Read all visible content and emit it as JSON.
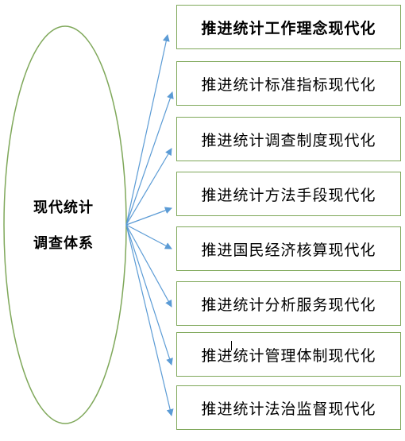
{
  "center": {
    "line1": "现代统计",
    "line2": "调查体系"
  },
  "items": [
    {
      "label": "推进统计工作理念现代化"
    },
    {
      "label": "推进统计标准指标现代化"
    },
    {
      "label": "推进统计调查制度现代化"
    },
    {
      "label": "推进统计方法手段现代化"
    },
    {
      "label": "推进国民经济核算现代化"
    },
    {
      "label": "推进统计分析服务现代化"
    },
    {
      "label": "推进统计管理体制现代化"
    },
    {
      "label": "推进统计法治监督现代化"
    }
  ],
  "colors": {
    "ellipse_stroke": "#7fa85a",
    "box_border": "#7fa85a",
    "arrow": "#5b9bd5"
  }
}
